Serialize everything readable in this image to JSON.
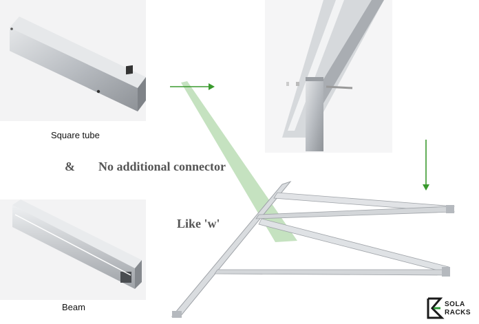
{
  "square_tube": {
    "caption": "Square tube"
  },
  "beam": {
    "caption": "Beam"
  },
  "middle": {
    "ampersand": "&",
    "headline": "No additional connector",
    "shape_note": "Like 'w'"
  },
  "logo": {
    "line1": "SOLA",
    "line2": "RACKS"
  },
  "colors": {
    "arrow_green": "#3a9a2e",
    "highlight_green": "#7fbf74",
    "aluminium": "#c9ccd0",
    "aluminium_dark": "#8e9297"
  }
}
